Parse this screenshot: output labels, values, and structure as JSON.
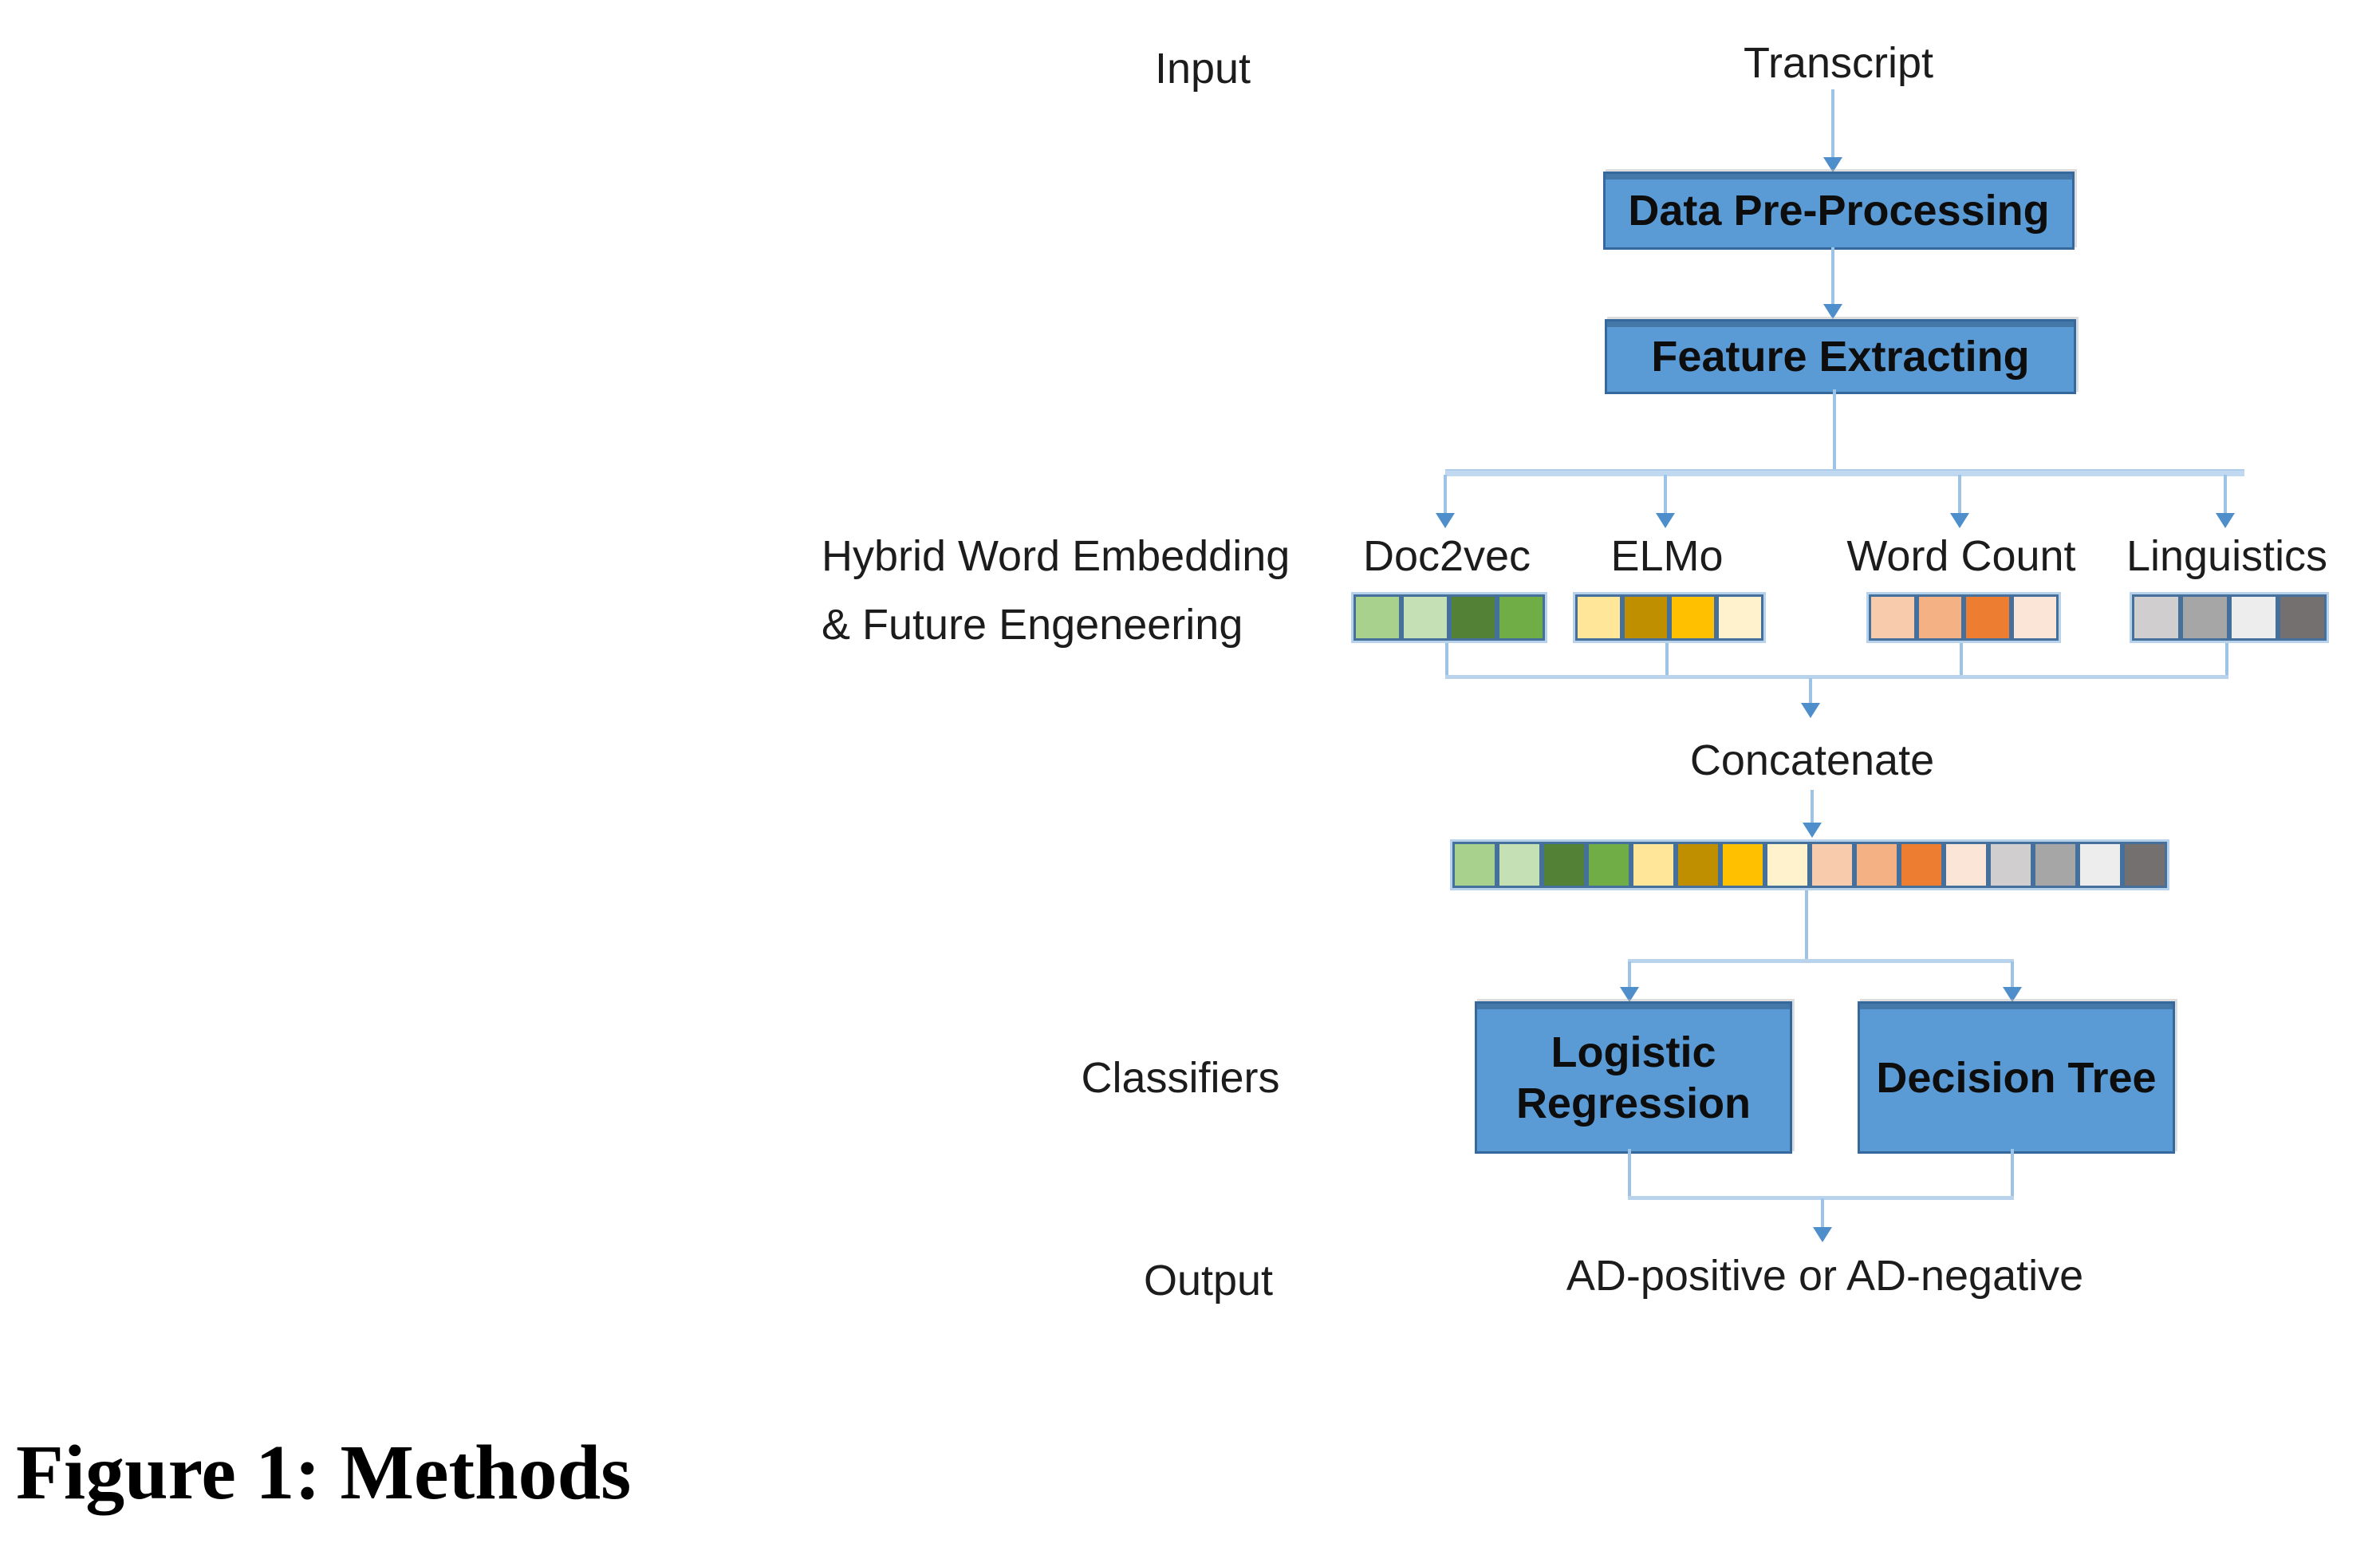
{
  "figure": {
    "caption": "Figure 1: Methods"
  },
  "diagram": {
    "row_labels": {
      "input": "Input",
      "hybrid_line1": "Hybrid Word Embedding",
      "hybrid_line2": "& Future Engeneering",
      "classifiers": "Classifiers",
      "output": "Output"
    },
    "nodes": {
      "transcript": "Transcript",
      "data_preprocessing": "Data Pre-Processing",
      "feature_extracting": "Feature Extracting",
      "concatenate": "Concatenate",
      "logistic_regression": "Logistic Regression",
      "decision_tree": "Decision Tree",
      "output_value": "AD-positive or AD-negative"
    },
    "features": [
      {
        "name": "Doc2vec",
        "colors": [
          "#a9d18e",
          "#c5e0b4",
          "#538135",
          "#70ad47"
        ]
      },
      {
        "name": "ELMo",
        "colors": [
          "#ffe699",
          "#bf8f00",
          "#ffc000",
          "#fff2cc"
        ]
      },
      {
        "name": "Word Count",
        "colors": [
          "#f8cbad",
          "#f4b183",
          "#ed7d31",
          "#fbe5d6"
        ]
      },
      {
        "name": "Linguistics",
        "colors": [
          "#d0cece",
          "#a6a6a6",
          "#ededed",
          "#757070"
        ]
      }
    ],
    "concatenated_vector": [
      "#a9d18e",
      "#c5e0b4",
      "#538135",
      "#70ad47",
      "#ffe699",
      "#bf8f00",
      "#ffc000",
      "#fff2cc",
      "#f8cbad",
      "#f4b183",
      "#ed7d31",
      "#fbe5d6",
      "#d0cece",
      "#a6a6a6",
      "#ededed",
      "#757070"
    ],
    "colors": {
      "box_fill": "#5b9bd5",
      "box_border": "#35689c",
      "connector_line": "#9dc3e6",
      "connector_line_light": "#c0d9f0",
      "arrowhead": "#4e8ecb",
      "cell_border": "#44709b",
      "strip_outline": "#b9d2ec"
    }
  }
}
